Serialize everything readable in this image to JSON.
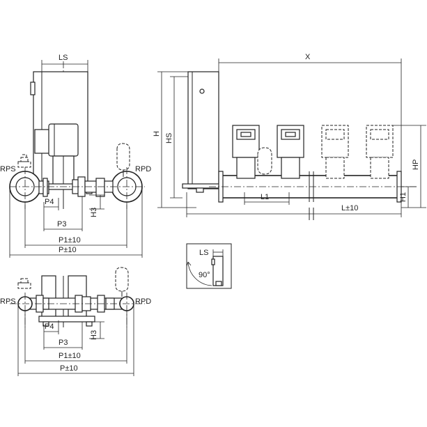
{
  "labels": {
    "ls_top": "LS",
    "x": "X",
    "h": "H",
    "hs": "HS",
    "hp": "HP",
    "h1": "H1",
    "l1": "L1",
    "l": "L±10",
    "rps_top": "RPS",
    "rpd_top": "RPD",
    "p4_top": "P4",
    "p3_top": "P3",
    "h3_top": "H3",
    "p1_top": "P1±10",
    "p_top": "P±10",
    "ls_detail": "LS",
    "angle": "90°",
    "rps_bottom": "RPS",
    "rpd_bottom": "RPD",
    "p4_bottom": "P4",
    "p3_bottom": "P3",
    "h3_bottom": "H3",
    "p1_bottom": "P1±10",
    "p_bottom": "P±10"
  }
}
